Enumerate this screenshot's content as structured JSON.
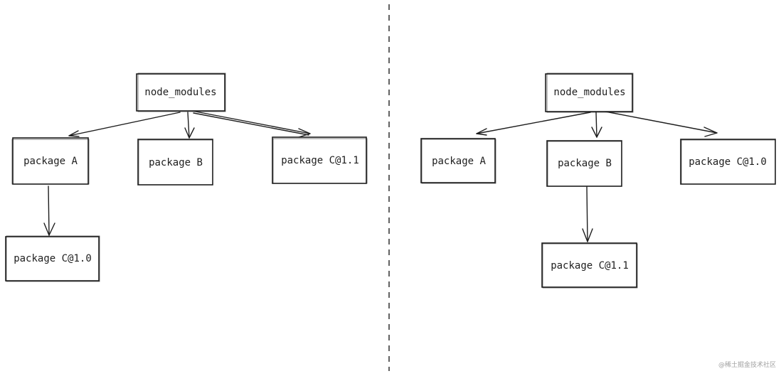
{
  "left": {
    "root": "node_modules",
    "package_a": "package A",
    "package_b": "package B",
    "package_c_top": "package C@1.1",
    "package_c_nested": "package C@1.0"
  },
  "right": {
    "root": "node_modules",
    "package_a": "package A",
    "package_b": "package B",
    "package_c_top": "package C@1.0",
    "package_c_nested": "package C@1.1"
  },
  "watermark": "@稀土掘金技术社区",
  "colors": {
    "stroke": "#1e1e1e",
    "background": "#ffffff",
    "watermark": "#a0a0a0"
  }
}
